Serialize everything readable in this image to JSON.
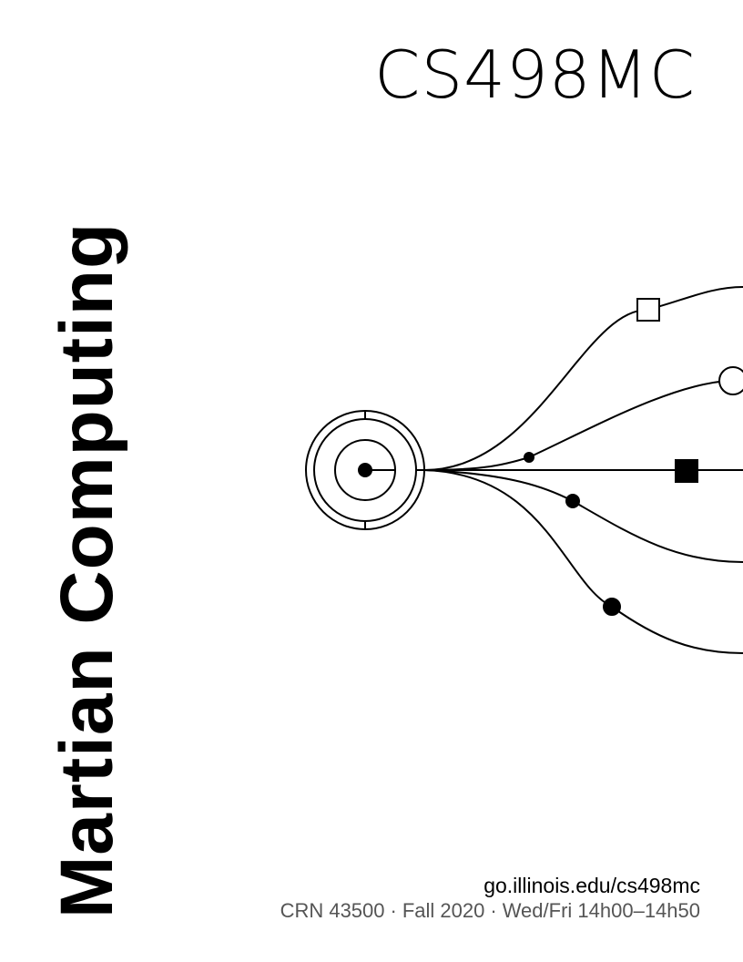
{
  "course": {
    "prefix": "CS",
    "number": "498",
    "suffix": "MC"
  },
  "title": "Martian Computing",
  "url": "go.illinois.edu/cs498mc",
  "details": {
    "crn": "CRN 43500",
    "term": "Fall 2020",
    "schedule": "Wed/Fri 14h00–14h50",
    "separator": "·"
  },
  "colors": {
    "ink": "#000000",
    "muted": "#555555",
    "background": "#ffffff"
  }
}
